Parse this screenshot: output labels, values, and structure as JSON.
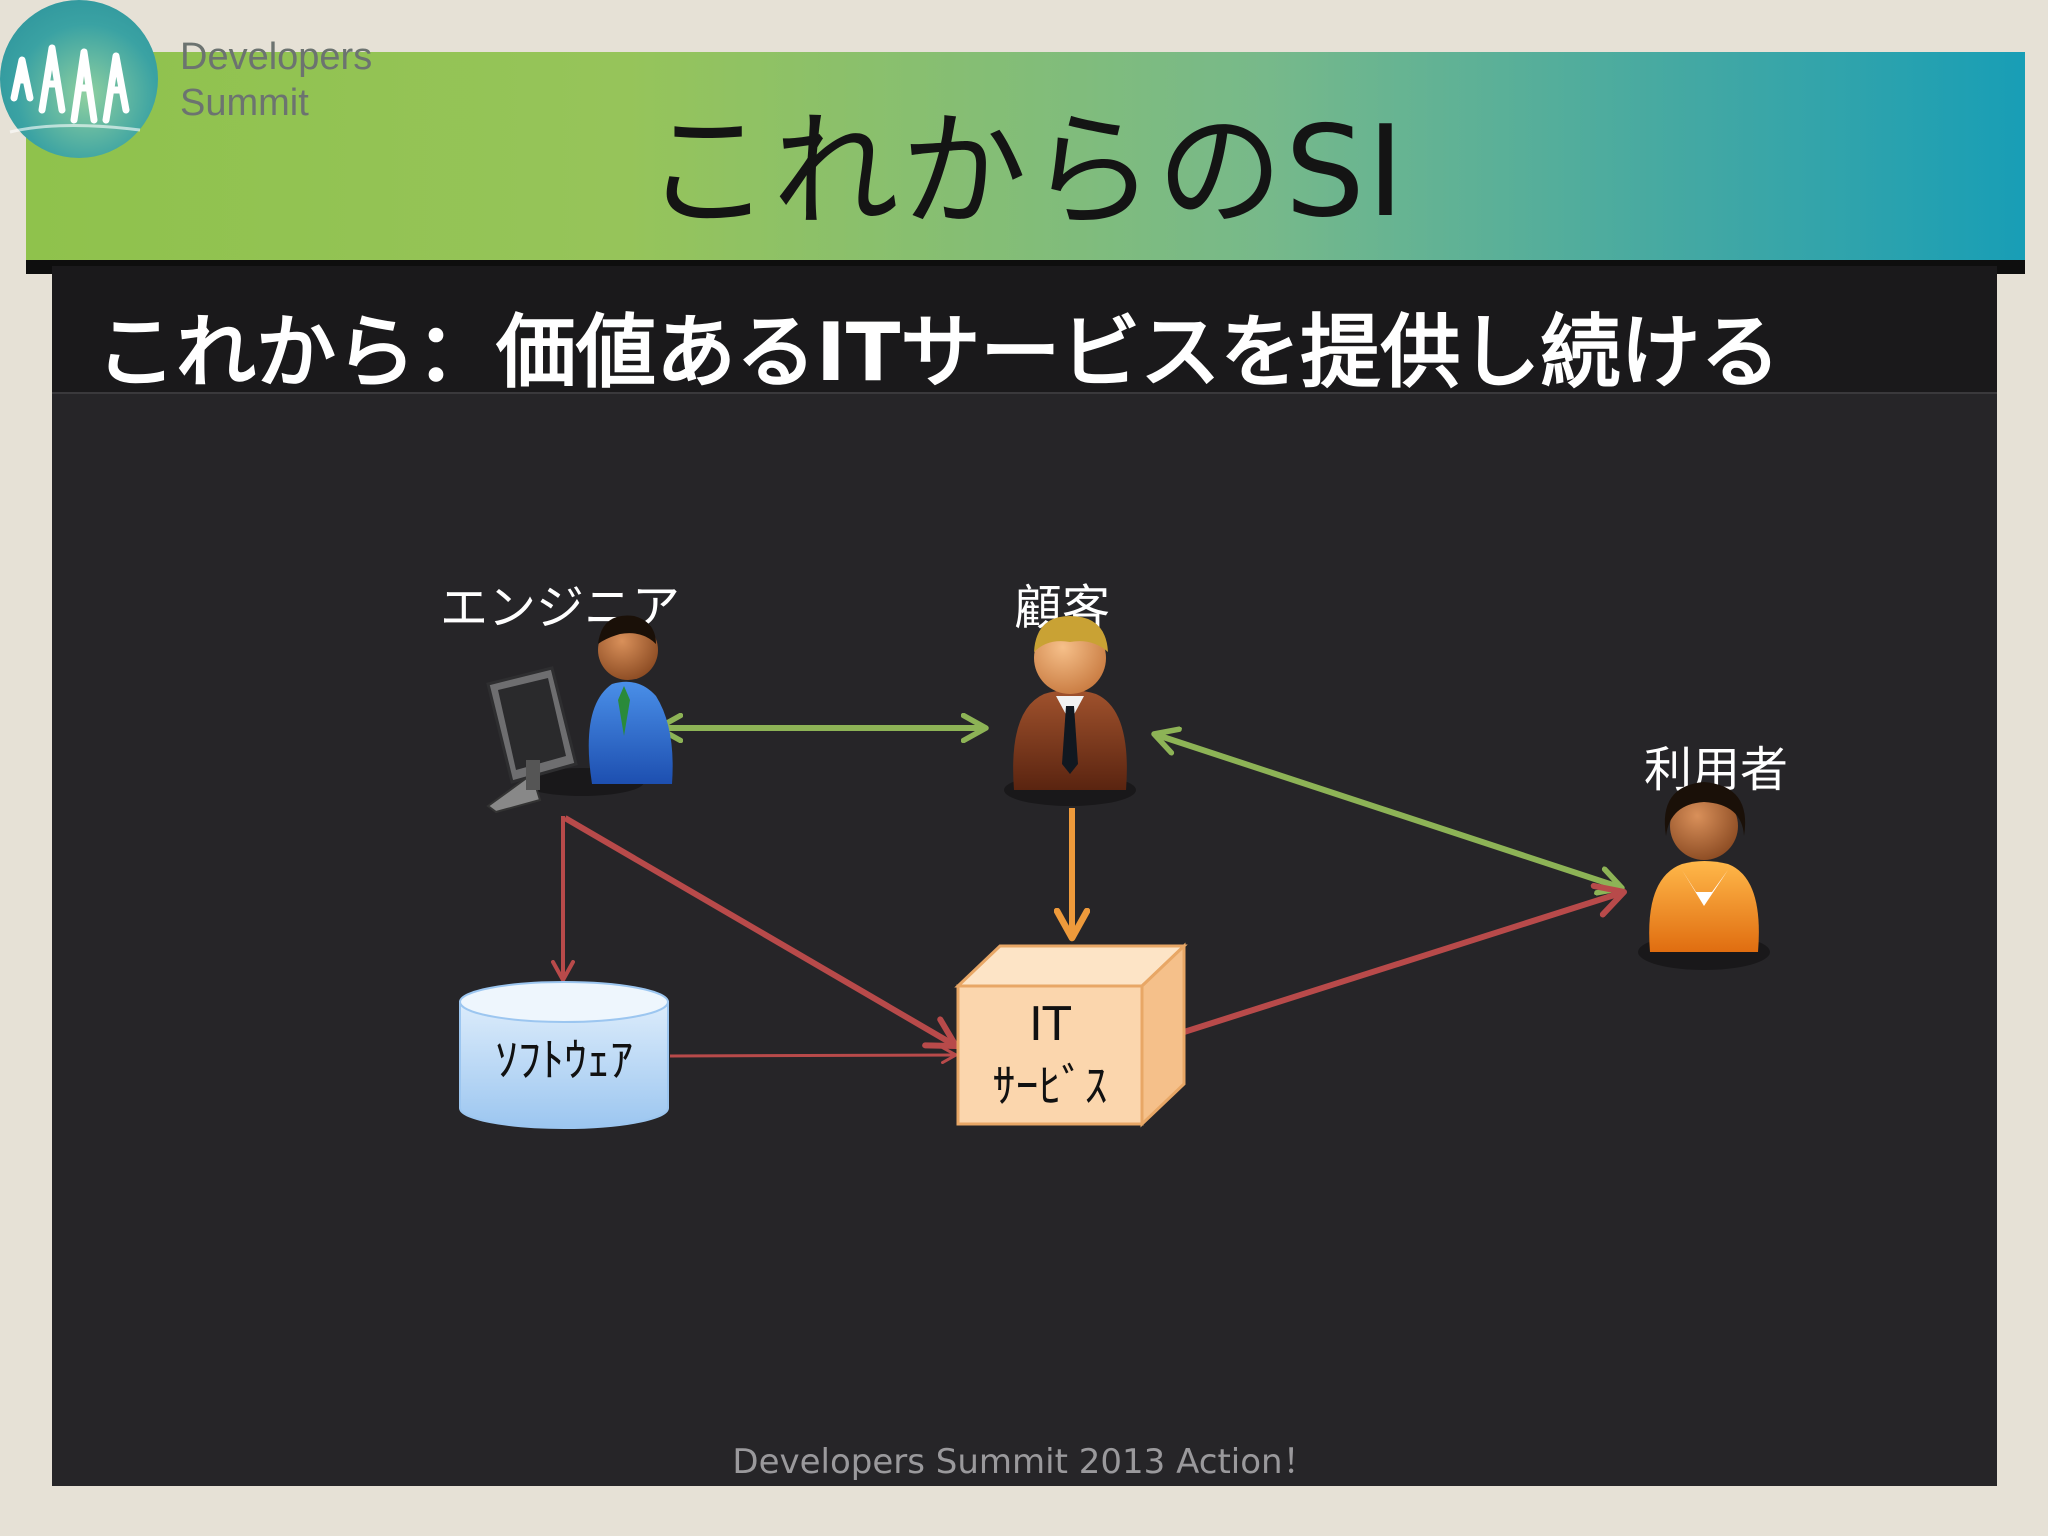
{
  "header": {
    "logo_line1": "Developers",
    "logo_line2": "Summit",
    "title": "これからのSI"
  },
  "subtitle": "これから：価値あるITサービスを提供し続ける",
  "diagram": {
    "engineer_label": "エンジニア",
    "customer_label": "顧客",
    "user_label": "利用者",
    "software_label": "ｿﾌﾄｳｪｱ",
    "it_line1": "IT",
    "it_line2": "ｻｰﾋﾞｽ"
  },
  "footer": "Developers Summit 2013 Action！",
  "colors": {
    "green_arrow": "#8db356",
    "orange_arrow": "#ee9a3b",
    "red_arrow": "#b84a4a",
    "it_box": "#fbd6ad",
    "cylinder": "#b9d8f5"
  }
}
